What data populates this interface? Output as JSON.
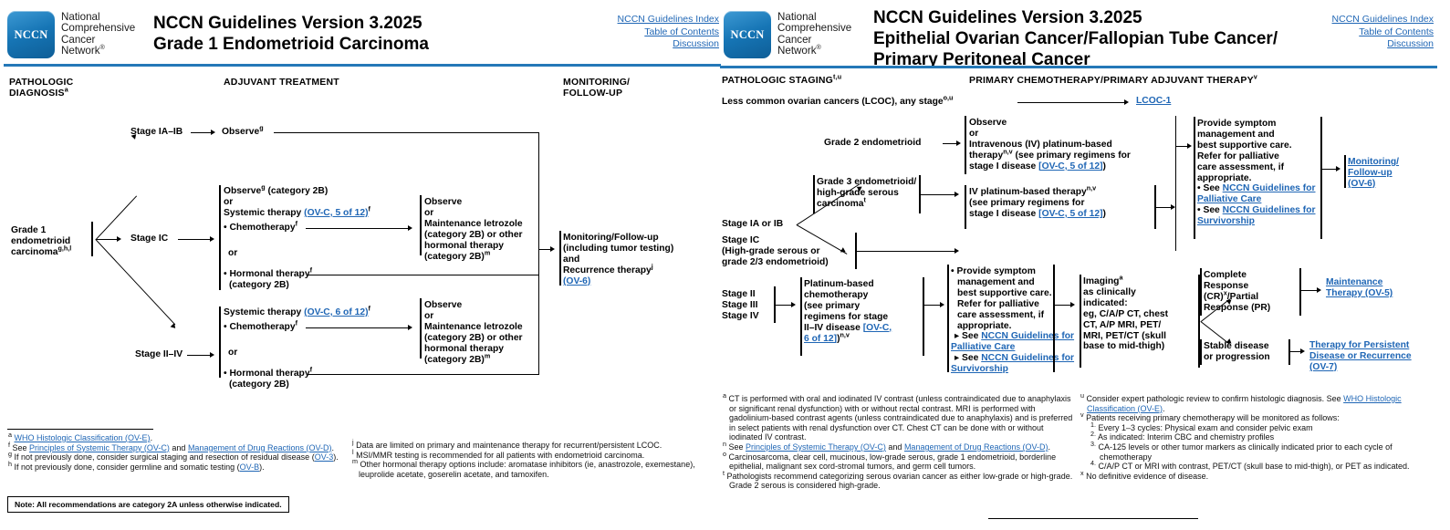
{
  "brand": {
    "logo_text": "NCCN",
    "logo_words": "National\nComprehensive\nCancer\nNetwork®",
    "accent_color": "#2478b8",
    "link_color": "#1f66b5"
  },
  "header_links": [
    {
      "label": "NCCN Guidelines Index"
    },
    {
      "label": "Table of Contents"
    },
    {
      "label": "Discussion"
    }
  ],
  "left": {
    "title_line1": "NCCN Guidelines Version 3.2025",
    "title_line2": "Grade 1 Endometrioid Carcinoma",
    "columns": {
      "diagnosis": "PATHOLOGIC\nDIAGNOSIS",
      "diagnosis_sup": "a",
      "treatment": "ADJUVANT TREATMENT",
      "monitoring": "MONITORING/\nFOLLOW-UP"
    },
    "entry": {
      "label": "Grade 1\nendometrioid\ncarcinoma",
      "sup": "g,h,l"
    },
    "stages": {
      "ia_ib": "Stage IA–IB",
      "ic": "Stage IC",
      "ii_iv": "Stage II–IV"
    },
    "observe_g": "Observe",
    "observe_g_sup": "g",
    "box_ic": {
      "line1": "Observe",
      "line1_sup": "g",
      "line1_rest": " (category 2B)",
      "line2": "or",
      "line3_pre": "Systemic therapy ",
      "line3_link": "(OV-C, 5 of 12)",
      "line3_sup": "f",
      "bullet1": "• Chemotherapy",
      "bullet1_sup": "f",
      "mid": "or",
      "bullet2": "• Hormonal therapy",
      "bullet2_sup": "f",
      "bullet2_line2": "(category 2B)"
    },
    "box_iiiv": {
      "line1_pre": "Systemic therapy ",
      "line1_link": "(OV-C, 6 of 12)",
      "line1_sup": "f",
      "bullet1": "• Chemotherapy",
      "bullet1_sup": "f",
      "mid": "or",
      "bullet2": "• Hormonal therapy",
      "bullet2_sup": "f",
      "bullet2_line2": "(category 2B)"
    },
    "maintenance_box": {
      "l1": "Observe",
      "l2": "or",
      "l3": "Maintenance letrozole",
      "l4": "(category 2B) or other",
      "l5": "hormonal therapy",
      "l6": "(category 2B)",
      "l6_sup": "m"
    },
    "monitoring_box": {
      "l1": "Monitoring/Follow-up",
      "l2": "(including tumor testing)",
      "l3": "and",
      "l4": "Recurrence therapy",
      "l4_sup": "j",
      "link": "(OV-6)"
    },
    "footnotes_left": [
      {
        "marker": "a",
        "html": "<a>WHO Histologic Classification (OV-E)</a>."
      },
      {
        "marker": "f",
        "html": "See <a>Principles of Systemic Therapy (OV-C)</a> and <a>Management of Drug Reactions (OV-D)</a>."
      },
      {
        "marker": "g",
        "html": "If not previously done, consider surgical staging and resection of residual disease (<a>OV-3</a>)."
      },
      {
        "marker": "h",
        "html": "If not previously done, consider germline and somatic testing (<a>OV-B</a>)."
      }
    ],
    "footnotes_right": [
      {
        "marker": "j",
        "html": "Data are limited on primary and maintenance therapy for recurrent/persistent LCOC."
      },
      {
        "marker": "l",
        "html": "MSI/MMR testing is recommended for all patients with endometrioid carcinoma."
      },
      {
        "marker": "m",
        "html": "Other hormonal therapy options include: aromatase inhibitors (ie, anastrozole, exemestane), leuprolide acetate, goserelin acetate, and tamoxifen."
      }
    ],
    "note": "Note: All recommendations are category 2A unless otherwise indicated."
  },
  "right": {
    "title_line1": "NCCN Guidelines Version 3.2025",
    "title_line2": "Epithelial Ovarian Cancer/Fallopian Tube Cancer/",
    "title_line3": "Primary Peritoneal Cancer",
    "columns": {
      "staging": "PATHOLOGIC STAGING",
      "staging_sup": "t,u",
      "chemo": "PRIMARY CHEMOTHERAPY/PRIMARY ADJUVANT THERAPY",
      "chemo_sup": "v"
    },
    "lcoc": {
      "label": "Less common ovarian cancers (LCOC), any stage",
      "sup": "o,u",
      "link": "LCOC-1"
    },
    "stage_ia_ib": "Stage IA or IB",
    "grade2": "Grade 2 endometrioid",
    "grade3_box": {
      "l1": "Grade 3 endometrioid/",
      "l2": "high-grade serous",
      "l3": "carcinoma",
      "l3_sup": "t"
    },
    "stage_ic": {
      "l1": "Stage IC",
      "l2": "(High-grade serous or",
      "l3": "grade 2/3 endometrioid)"
    },
    "box_grade2_therapy": {
      "l1": "Observe",
      "l2": "or",
      "l3": "Intravenous (IV) platinum-based",
      "l4_pre": "therapy",
      "l4_sup": "n,v",
      "l4_rest": " (see primary regimens for",
      "l5_pre": "stage I disease ",
      "l5_link": "[OV-C, 5 of 12]",
      "l5_rest": ")"
    },
    "box_iv_platinum": {
      "l1_pre": "IV platinum-based therapy",
      "l1_sup": "n,v",
      "l2": "(see primary regimens for",
      "l3_pre": "stage I disease ",
      "l3_link": "[OV-C, 5 of 12]",
      "l3_rest": ")"
    },
    "palliative_box_top": {
      "l1": "Provide symptom",
      "l2": "management and",
      "l3": "best supportive care.",
      "l4": "Refer for palliative",
      "l5": "care assessment, if",
      "l6": "appropriate.",
      "b1_pre": "• See ",
      "b1_link": "NCCN Guidelines for Palliative Care",
      "b2_pre": "• See ",
      "b2_link": "NCCN Guidelines for Survivorship"
    },
    "monitoring_link": {
      "l1": "Monitoring/",
      "l2": "Follow-up",
      "l3": "(OV-6)"
    },
    "stages_ii_iv": {
      "l1": "Stage II",
      "l2": "Stage III",
      "l3": "Stage IV"
    },
    "platinum_chemo_box": {
      "l1": "Platinum-based",
      "l2": "chemotherapy",
      "l3": "(see primary",
      "l4": "regimens for stage",
      "l5_pre": "II–IV disease ",
      "l5_link": "[OV-C,",
      "l6_link": "6 of 12]",
      "l6_rest": ")",
      "l6_sup": "n,v"
    },
    "palliative_box_bottom": {
      "l1": "• Provide symptom",
      "l2": "management and",
      "l3": "best supportive care.",
      "l4": "Refer for palliative",
      "l5": "care assessment, if",
      "l6": "appropriate.",
      "b1_pre": "▸ See ",
      "b1_link": "NCCN Guidelines for Palliative Care",
      "b2_pre": "▸ See ",
      "b2_link": "NCCN Guidelines for Survivorship"
    },
    "imaging_box": {
      "l1": "Imaging",
      "l1_sup": "a",
      "l2": "as clinically",
      "l3": "indicated:",
      "l4": "eg, C/A/P CT, chest",
      "l5": "CT, A/P MRI, PET/",
      "l6": "MRI, PET/CT (skull",
      "l7": "base to mid-thigh)"
    },
    "response_box": {
      "l1": "Complete",
      "l2": "Response",
      "l3_pre": "(CR)",
      "l3_sup": "x",
      "l3_rest": "/Partial",
      "l4": "Response (PR)"
    },
    "maintenance_link": {
      "l1": "Maintenance",
      "l2": "Therapy (OV-5)"
    },
    "stable_box": {
      "l1": "Stable disease",
      "l2": "or progression"
    },
    "persistent_link": {
      "l1": "Therapy for Persistent",
      "l2": "Disease or Recurrence",
      "l3": "(OV-7)"
    },
    "footnotes_left": [
      {
        "marker": "a",
        "html": "CT is performed with oral and iodinated IV contrast (unless contraindicated due to anaphylaxis or significant renal dysfunction) with or without rectal contrast. MRI is performed with gadolinium-based contrast agents (unless contraindicated due to anaphylaxis) and is preferred in select patients with renal dysfunction over CT. Chest CT can be done with or without iodinated IV contrast."
      },
      {
        "marker": "n",
        "html": "See <a>Principles of Systemic Therapy (OV-C)</a> and <a>Management of Drug Reactions (OV-D)</a>."
      },
      {
        "marker": "o",
        "html": "Carcinosarcoma, clear cell, mucinous, low-grade serous, grade 1 endometrioid, borderline epithelial, malignant sex cord-stromal tumors, and germ cell tumors."
      },
      {
        "marker": "t",
        "html": "Pathologists recommend categorizing serous ovarian cancer as either low-grade or high-grade. Grade 2 serous is considered high-grade."
      }
    ],
    "footnotes_right": [
      {
        "marker": "u",
        "html": "Consider expert pathologic review to confirm histologic diagnosis. See <a>WHO Histologic Classification (OV-E)</a>."
      },
      {
        "marker": "v",
        "html": "Patients receiving primary chemotherapy will be monitored as follows:"
      }
    ],
    "footnote_v_items": [
      {
        "n": "1.",
        "text": "Every 1–3 cycles: Physical exam and consider pelvic exam"
      },
      {
        "n": "2.",
        "text": "As indicated: Interim CBC and chemistry profiles"
      },
      {
        "n": "3.",
        "text": "CA-125 levels or other tumor markers as clinically indicated prior to each cycle of chemotherapy"
      },
      {
        "n": "4.",
        "text": "C/A/P CT or MRI with contrast, PET/CT (skull base to mid-thigh), or PET as indicated."
      }
    ],
    "footnote_x": {
      "marker": "x",
      "html": "No definitive evidence of disease."
    }
  }
}
